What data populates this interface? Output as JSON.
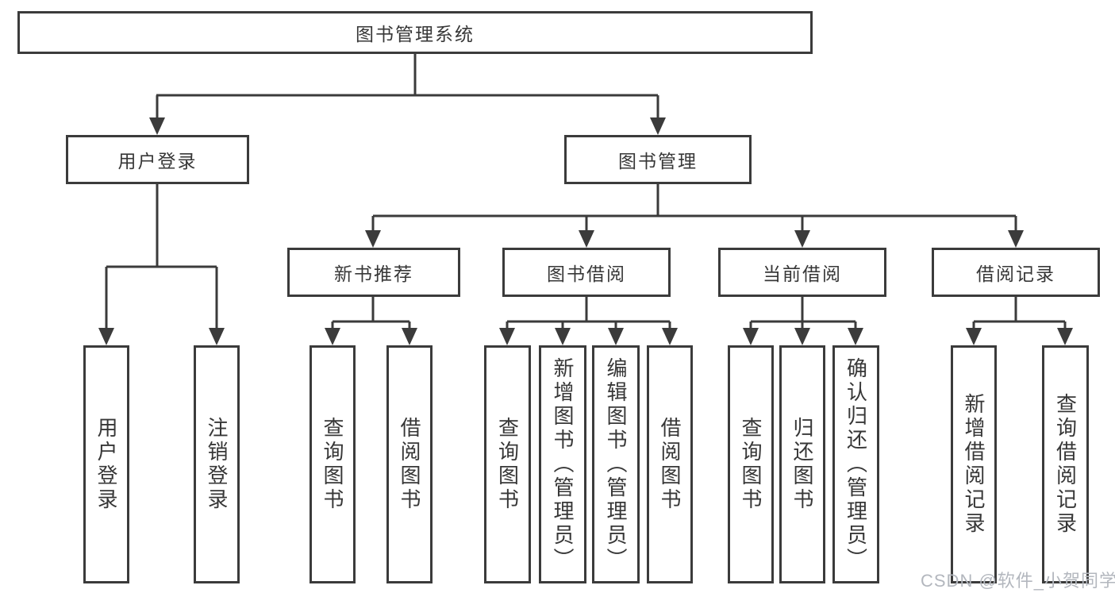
{
  "diagram_title": "图书管理系统",
  "tree": {
    "label": "图书管理系统",
    "children": [
      {
        "label": "用户登录",
        "children": [
          {
            "label": "用户登录"
          },
          {
            "label": "注销登录"
          }
        ]
      },
      {
        "label": "图书管理",
        "children": [
          {
            "label": "新书推荐",
            "children": [
              {
                "label": "查询图书"
              },
              {
                "label": "借阅图书"
              }
            ]
          },
          {
            "label": "图书借阅",
            "children": [
              {
                "label": "查询图书"
              },
              {
                "label": "新增图书（管理员）"
              },
              {
                "label": "编辑图书（管理员）"
              },
              {
                "label": "借阅图书"
              }
            ]
          },
          {
            "label": "当前借阅",
            "children": [
              {
                "label": "查询图书"
              },
              {
                "label": "归还图书"
              },
              {
                "label": "确认归还（管理员）"
              }
            ]
          },
          {
            "label": "借阅记录",
            "children": [
              {
                "label": "新增借阅记录"
              },
              {
                "label": "查询借阅记录"
              }
            ]
          }
        ]
      }
    ]
  },
  "watermark": {
    "text": "CSDN @软件_小贺同学"
  },
  "colors": {
    "line": "#3b3b3b",
    "text": "#373737",
    "background": "#ffffff",
    "watermark": "#b3b7be"
  }
}
